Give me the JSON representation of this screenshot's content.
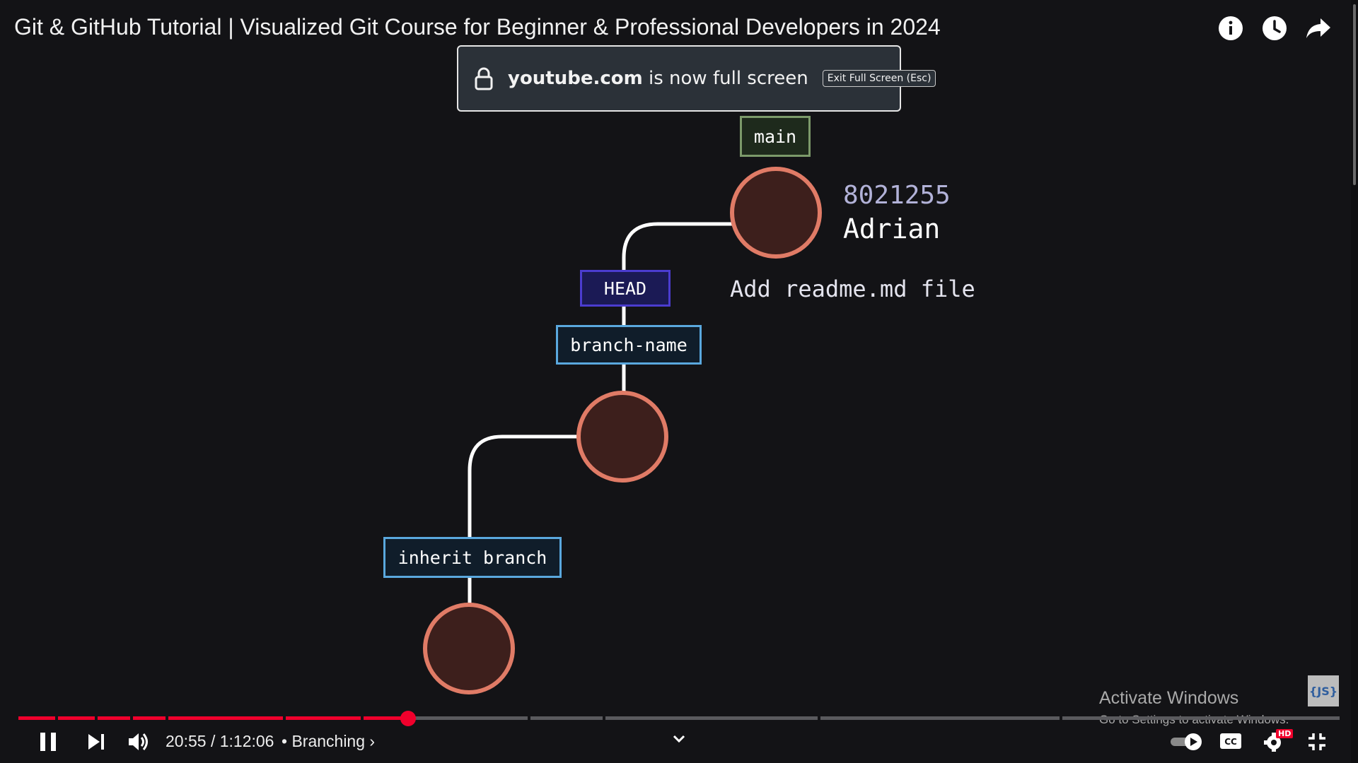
{
  "video": {
    "title": "Git & GitHub Tutorial | Visualized Git Course for Beginner & Professional Developers in 2024"
  },
  "top_icons": [
    "info-icon",
    "watch-later-clock-icon",
    "share-arrow-icon"
  ],
  "fullscreen_banner": {
    "domain": "youtube.com",
    "message": " is now full screen",
    "exit_label": "Exit Full Screen (Esc)"
  },
  "graph": {
    "labels": {
      "main": "main",
      "head": "HEAD",
      "branch": "branch-name",
      "inherit": "inherit branch"
    },
    "top_commit": {
      "hash": "8021255",
      "author": "Adrian",
      "message": "Add readme.md file"
    },
    "colors": {
      "commit_fill": "#3d1f1c",
      "commit_stroke": "#e07b66",
      "line": "#ffffff"
    }
  },
  "watermark": {
    "title": "Activate Windows",
    "subtitle": "Go to Settings to activate Windows."
  },
  "channel_logo": "{JS}",
  "player": {
    "current_time": "20:55",
    "duration": "1:12:06",
    "time_display": "20:55 / 1:12:06",
    "chapter": "• Branching ›",
    "progress_fraction": 0.29,
    "accent_color": "#f0002c",
    "hd_badge": "HD"
  }
}
